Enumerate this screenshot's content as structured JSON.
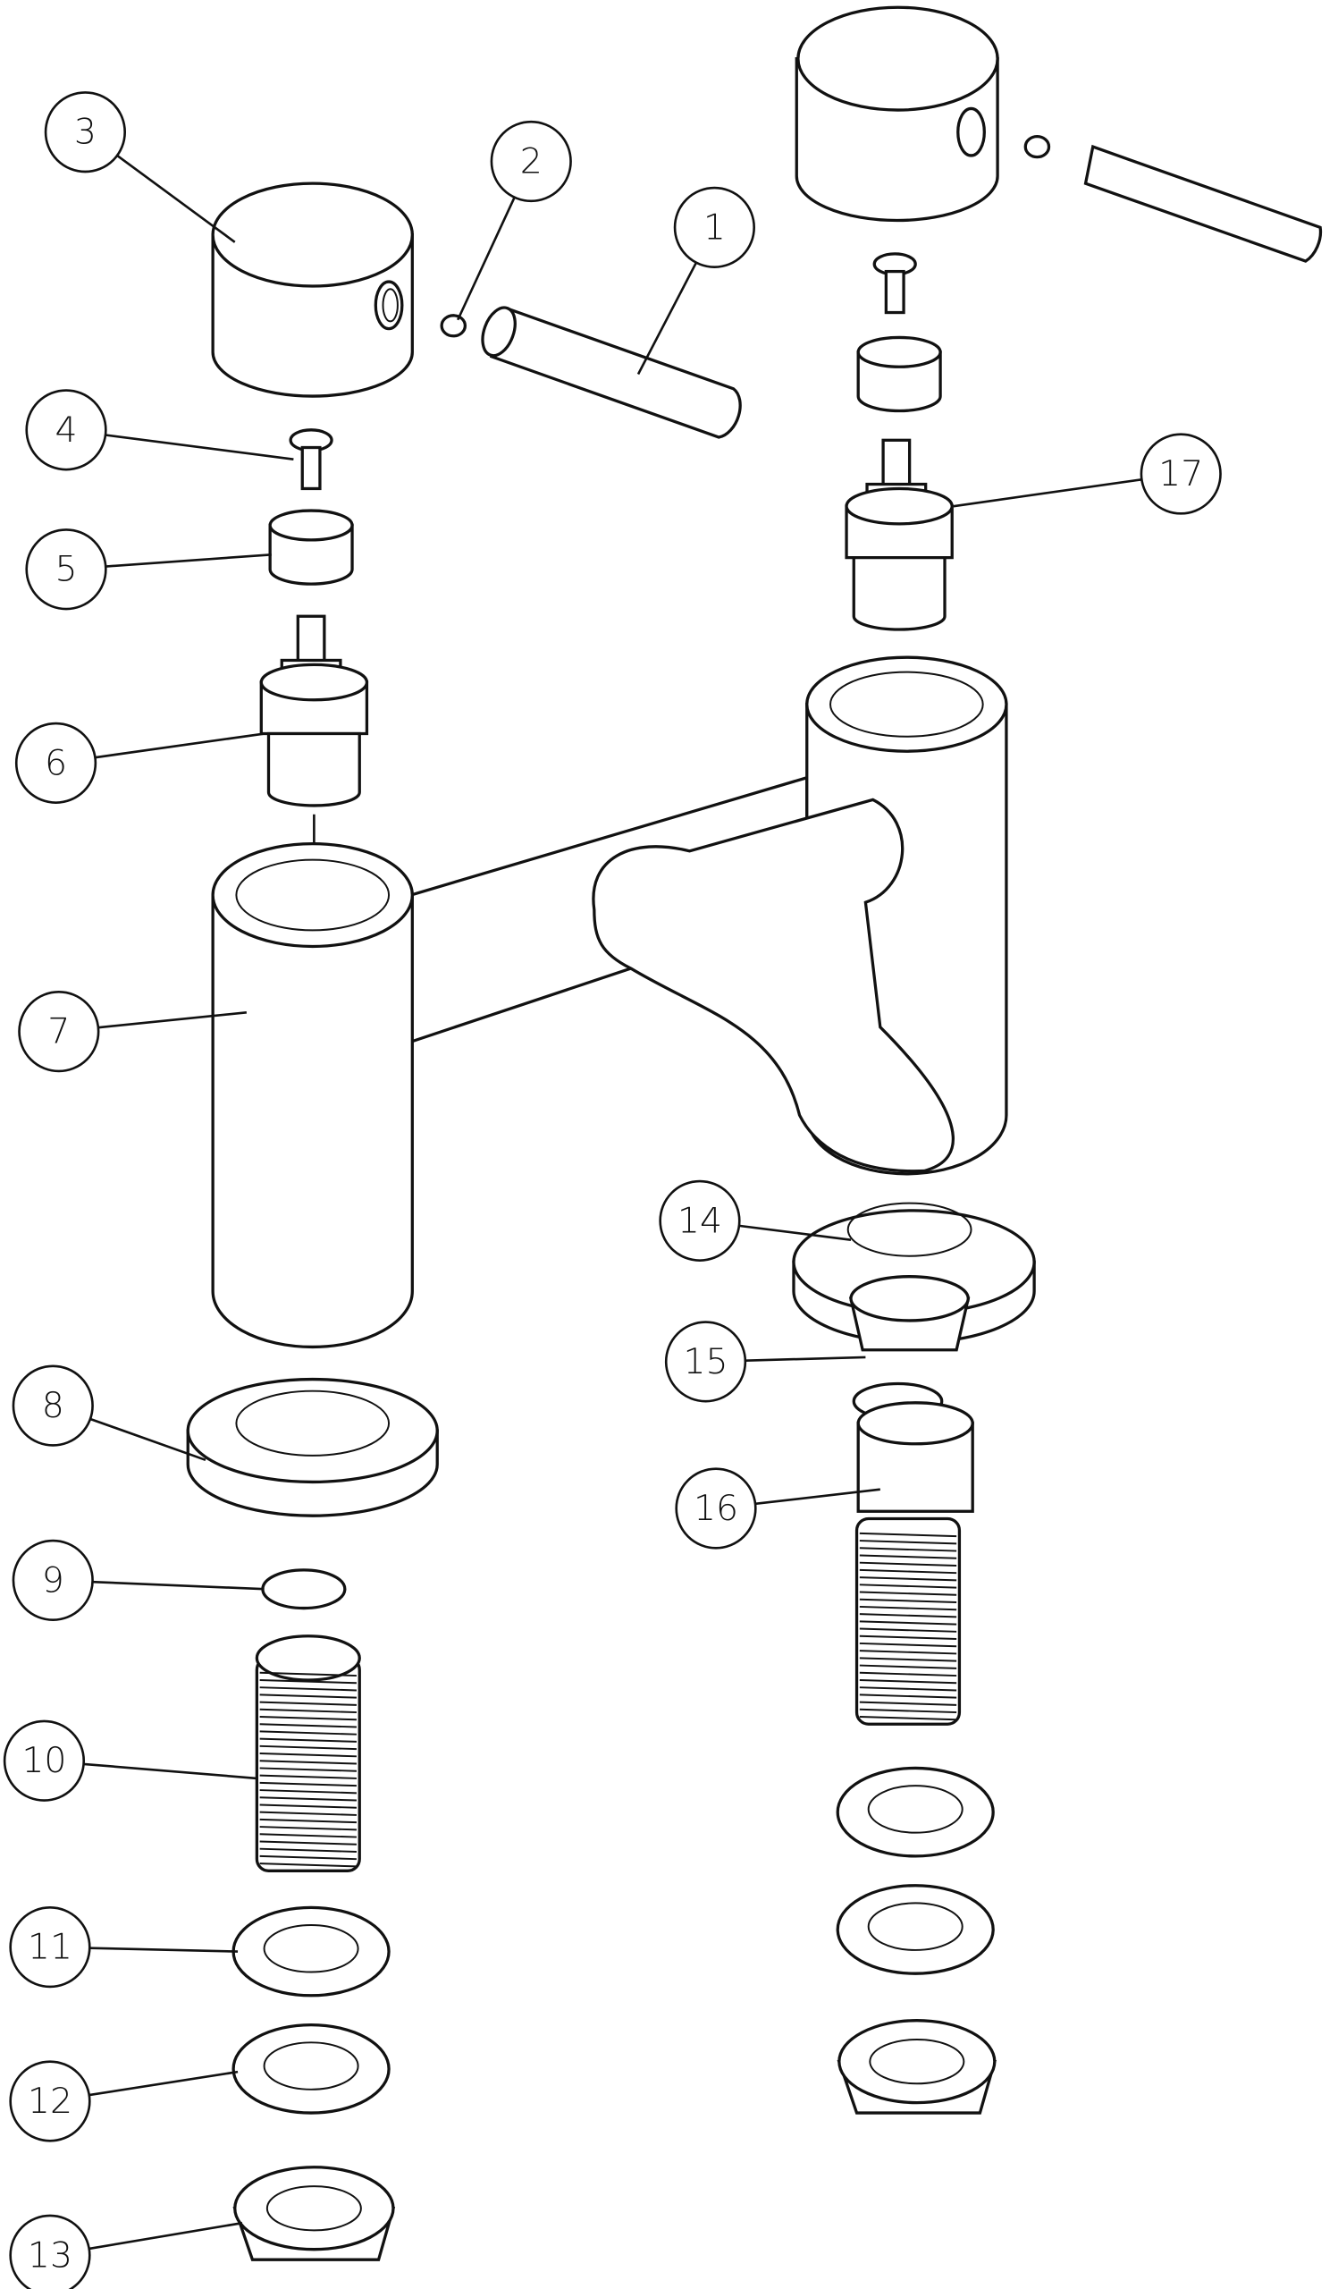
{
  "diagram": {
    "type": "exploded parts diagram",
    "callouts": [
      "1",
      "2",
      "3",
      "4",
      "5",
      "6",
      "7",
      "8",
      "9",
      "10",
      "11",
      "12",
      "13",
      "14",
      "15",
      "16",
      "17"
    ],
    "colors": {
      "line": "#111111",
      "background": "#ffffff"
    }
  }
}
